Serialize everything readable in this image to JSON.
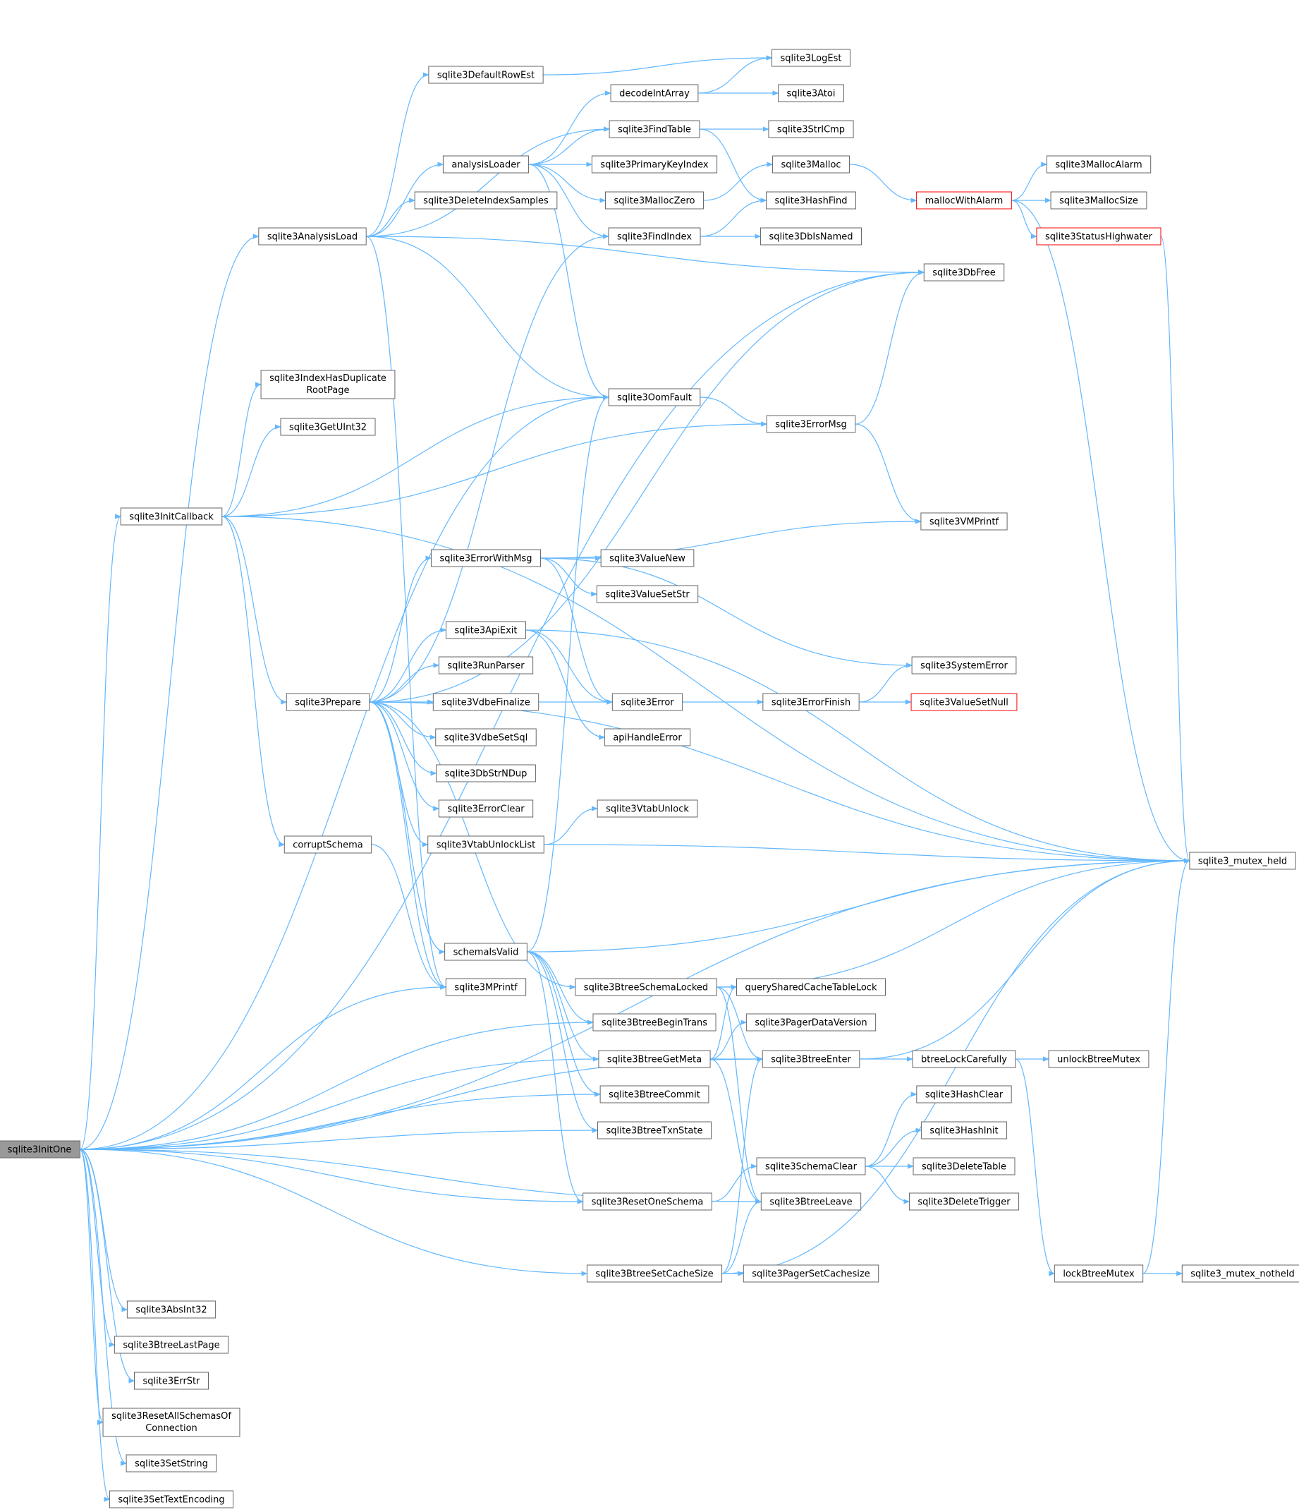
{
  "colors": {
    "edge": "#63b8ff",
    "node_border": "#666666",
    "node_fill": "#ffffff",
    "root_fill": "#999999",
    "root_border": "#666666",
    "truncated_border": "#ff0000"
  },
  "nodes": [
    {
      "id": "sqlite3InitOne",
      "lines": [
        "sqlite3InitOne"
      ],
      "root": true
    },
    {
      "id": "sqlite3AbsInt32",
      "lines": [
        "sqlite3AbsInt32"
      ]
    },
    {
      "id": "sqlite3AnalysisLoad",
      "lines": [
        "sqlite3AnalysisLoad"
      ]
    },
    {
      "id": "analysisLoader",
      "lines": [
        "analysisLoader"
      ]
    },
    {
      "id": "decodeIntArray",
      "lines": [
        "decodeIntArray"
      ]
    },
    {
      "id": "sqlite3Atoi",
      "lines": [
        "sqlite3Atoi"
      ]
    },
    {
      "id": "sqlite3LogEst",
      "lines": [
        "sqlite3LogEst"
      ]
    },
    {
      "id": "sqlite3FindIndex",
      "lines": [
        "sqlite3FindIndex"
      ]
    },
    {
      "id": "sqlite3DbIsNamed",
      "lines": [
        "sqlite3DbIsNamed"
      ]
    },
    {
      "id": "sqlite3HashFind",
      "lines": [
        "sqlite3HashFind"
      ]
    },
    {
      "id": "sqlite3FindTable",
      "lines": [
        "sqlite3FindTable"
      ]
    },
    {
      "id": "sqlite3StrICmp",
      "lines": [
        "sqlite3StrICmp"
      ]
    },
    {
      "id": "sqlite3MallocZero",
      "lines": [
        "sqlite3MallocZero"
      ]
    },
    {
      "id": "sqlite3Malloc",
      "lines": [
        "sqlite3Malloc"
      ]
    },
    {
      "id": "mallocWithAlarm",
      "lines": [
        "mallocWithAlarm"
      ],
      "truncated": true
    },
    {
      "id": "sqlite3MallocAlarm",
      "lines": [
        "sqlite3MallocAlarm"
      ]
    },
    {
      "id": "sqlite3MallocSize",
      "lines": [
        "sqlite3MallocSize"
      ]
    },
    {
      "id": "sqlite3StatusHighwater",
      "lines": [
        "sqlite3StatusHighwater"
      ],
      "truncated": true
    },
    {
      "id": "sqlite3_mutex_held",
      "lines": [
        "sqlite3_mutex_held"
      ]
    },
    {
      "id": "sqlite3OomFault",
      "lines": [
        "sqlite3OomFault"
      ]
    },
    {
      "id": "sqlite3ErrorMsg",
      "lines": [
        "sqlite3ErrorMsg"
      ]
    },
    {
      "id": "sqlite3DbFree",
      "lines": [
        "sqlite3DbFree"
      ]
    },
    {
      "id": "sqlite3VMPrintf",
      "lines": [
        "sqlite3VMPrintf"
      ]
    },
    {
      "id": "sqlite3PrimaryKeyIndex",
      "lines": [
        "sqlite3PrimaryKeyIndex"
      ]
    },
    {
      "id": "sqlite3DefaultRowEst",
      "lines": [
        "sqlite3DefaultRowEst"
      ]
    },
    {
      "id": "sqlite3DeleteIndexSamples",
      "lines": [
        "sqlite3DeleteIndexSamples"
      ]
    },
    {
      "id": "sqlite3MPrintf",
      "lines": [
        "sqlite3MPrintf"
      ]
    },
    {
      "id": "sqlite3BtreeBeginTrans",
      "lines": [
        "sqlite3BtreeBeginTrans"
      ]
    },
    {
      "id": "sqlite3BtreeCommit",
      "lines": [
        "sqlite3BtreeCommit"
      ]
    },
    {
      "id": "sqlite3BtreeEnter",
      "lines": [
        "sqlite3BtreeEnter"
      ]
    },
    {
      "id": "btreeLockCarefully",
      "lines": [
        "btreeLockCarefully"
      ]
    },
    {
      "id": "lockBtreeMutex",
      "lines": [
        "lockBtreeMutex"
      ]
    },
    {
      "id": "sqlite3_mutex_notheld",
      "lines": [
        "sqlite3_mutex_notheld"
      ]
    },
    {
      "id": "unlockBtreeMutex",
      "lines": [
        "unlockBtreeMutex"
      ]
    },
    {
      "id": "sqlite3BtreeGetMeta",
      "lines": [
        "sqlite3BtreeGetMeta"
      ]
    },
    {
      "id": "sqlite3BtreeLeave",
      "lines": [
        "sqlite3BtreeLeave"
      ]
    },
    {
      "id": "sqlite3PagerDataVersion",
      "lines": [
        "sqlite3PagerDataVersion"
      ]
    },
    {
      "id": "sqlite3BtreeLastPage",
      "lines": [
        "sqlite3BtreeLastPage"
      ]
    },
    {
      "id": "sqlite3BtreeSetCacheSize",
      "lines": [
        "sqlite3BtreeSetCacheSize"
      ]
    },
    {
      "id": "sqlite3PagerSetCachesize",
      "lines": [
        "sqlite3PagerSetCachesize"
      ]
    },
    {
      "id": "sqlite3BtreeTxnState",
      "lines": [
        "sqlite3BtreeTxnState"
      ]
    },
    {
      "id": "sqlite3ErrStr",
      "lines": [
        "sqlite3ErrStr"
      ]
    },
    {
      "id": "sqlite3InitCallback",
      "lines": [
        "sqlite3InitCallback"
      ]
    },
    {
      "id": "corruptSchema",
      "lines": [
        "corruptSchema"
      ]
    },
    {
      "id": "sqlite3GetUInt32",
      "lines": [
        "sqlite3GetUInt32"
      ]
    },
    {
      "id": "sqlite3IndexHasDuplicateRootPage",
      "lines": [
        "sqlite3IndexHasDuplicate",
        "RootPage"
      ]
    },
    {
      "id": "sqlite3Prepare",
      "lines": [
        "sqlite3Prepare"
      ]
    },
    {
      "id": "sqlite3ApiExit",
      "lines": [
        "sqlite3ApiExit"
      ]
    },
    {
      "id": "apiHandleError",
      "lines": [
        "apiHandleError"
      ]
    },
    {
      "id": "sqlite3Error",
      "lines": [
        "sqlite3Error"
      ]
    },
    {
      "id": "sqlite3ErrorFinish",
      "lines": [
        "sqlite3ErrorFinish"
      ]
    },
    {
      "id": "sqlite3SystemError",
      "lines": [
        "sqlite3SystemError"
      ]
    },
    {
      "id": "sqlite3ValueSetNull",
      "lines": [
        "sqlite3ValueSetNull"
      ],
      "truncated": true
    },
    {
      "id": "sqlite3BtreeSchemaLocked",
      "lines": [
        "sqlite3BtreeSchemaLocked"
      ]
    },
    {
      "id": "querySharedCacheTableLock",
      "lines": [
        "querySharedCacheTableLock"
      ]
    },
    {
      "id": "sqlite3DbStrNDup",
      "lines": [
        "sqlite3DbStrNDup"
      ]
    },
    {
      "id": "sqlite3ErrorClear",
      "lines": [
        "sqlite3ErrorClear"
      ]
    },
    {
      "id": "sqlite3ErrorWithMsg",
      "lines": [
        "sqlite3ErrorWithMsg"
      ]
    },
    {
      "id": "sqlite3ValueNew",
      "lines": [
        "sqlite3ValueNew"
      ]
    },
    {
      "id": "sqlite3ValueSetStr",
      "lines": [
        "sqlite3ValueSetStr"
      ]
    },
    {
      "id": "sqlite3RunParser",
      "lines": [
        "sqlite3RunParser"
      ]
    },
    {
      "id": "sqlite3VdbeFinalize",
      "lines": [
        "sqlite3VdbeFinalize"
      ]
    },
    {
      "id": "sqlite3VdbeSetSql",
      "lines": [
        "sqlite3VdbeSetSql"
      ]
    },
    {
      "id": "sqlite3VtabUnlockList",
      "lines": [
        "sqlite3VtabUnlockList"
      ]
    },
    {
      "id": "sqlite3VtabUnlock",
      "lines": [
        "sqlite3VtabUnlock"
      ]
    },
    {
      "id": "schemaIsValid",
      "lines": [
        "schemaIsValid"
      ]
    },
    {
      "id": "sqlite3ResetOneSchema",
      "lines": [
        "sqlite3ResetOneSchema"
      ]
    },
    {
      "id": "sqlite3SchemaClear",
      "lines": [
        "sqlite3SchemaClear"
      ]
    },
    {
      "id": "sqlite3DeleteTable",
      "lines": [
        "sqlite3DeleteTable"
      ]
    },
    {
      "id": "sqlite3DeleteTrigger",
      "lines": [
        "sqlite3DeleteTrigger"
      ]
    },
    {
      "id": "sqlite3HashClear",
      "lines": [
        "sqlite3HashClear"
      ]
    },
    {
      "id": "sqlite3HashInit",
      "lines": [
        "sqlite3HashInit"
      ]
    },
    {
      "id": "sqlite3ResetAllSchemasOfConnection",
      "lines": [
        "sqlite3ResetAllSchemasOf",
        "Connection"
      ]
    },
    {
      "id": "sqlite3SetString",
      "lines": [
        "sqlite3SetString"
      ]
    },
    {
      "id": "sqlite3SetTextEncoding",
      "lines": [
        "sqlite3SetTextEncoding"
      ]
    }
  ],
  "edges": [
    [
      "sqlite3InitOne",
      "sqlite3AbsInt32"
    ],
    [
      "sqlite3InitOne",
      "sqlite3AnalysisLoad"
    ],
    [
      "sqlite3InitOne",
      "sqlite3BtreeBeginTrans"
    ],
    [
      "sqlite3InitOne",
      "sqlite3BtreeCommit"
    ],
    [
      "sqlite3InitOne",
      "sqlite3BtreeEnter"
    ],
    [
      "sqlite3InitOne",
      "sqlite3BtreeGetMeta"
    ],
    [
      "sqlite3InitOne",
      "sqlite3BtreeLastPage"
    ],
    [
      "sqlite3InitOne",
      "sqlite3BtreeLeave"
    ],
    [
      "sqlite3InitOne",
      "sqlite3BtreeSetCacheSize"
    ],
    [
      "sqlite3InitOne",
      "sqlite3BtreeTxnState"
    ],
    [
      "sqlite3InitOne",
      "sqlite3DbFree"
    ],
    [
      "sqlite3InitOne",
      "sqlite3ErrStr"
    ],
    [
      "sqlite3InitOne",
      "sqlite3InitCallback"
    ],
    [
      "sqlite3InitOne",
      "sqlite3MPrintf"
    ],
    [
      "sqlite3InitOne",
      "sqlite3OomFault"
    ],
    [
      "sqlite3InitOne",
      "sqlite3ResetAllSchemasOfConnection"
    ],
    [
      "sqlite3InitOne",
      "sqlite3ResetOneSchema"
    ],
    [
      "sqlite3InitOne",
      "sqlite3SetString"
    ],
    [
      "sqlite3InitOne",
      "sqlite3SetTextEncoding"
    ],
    [
      "sqlite3InitOne",
      "sqlite3_mutex_held"
    ],
    [
      "sqlite3AnalysisLoad",
      "analysisLoader"
    ],
    [
      "sqlite3AnalysisLoad",
      "sqlite3DbFree"
    ],
    [
      "sqlite3AnalysisLoad",
      "sqlite3DefaultRowEst"
    ],
    [
      "sqlite3AnalysisLoad",
      "sqlite3DeleteIndexSamples"
    ],
    [
      "sqlite3AnalysisLoad",
      "sqlite3FindTable"
    ],
    [
      "sqlite3AnalysisLoad",
      "sqlite3MPrintf"
    ],
    [
      "sqlite3AnalysisLoad",
      "sqlite3OomFault"
    ],
    [
      "analysisLoader",
      "decodeIntArray"
    ],
    [
      "analysisLoader",
      "sqlite3FindIndex"
    ],
    [
      "analysisLoader",
      "sqlite3FindTable"
    ],
    [
      "analysisLoader",
      "sqlite3MallocZero"
    ],
    [
      "analysisLoader",
      "sqlite3OomFault"
    ],
    [
      "analysisLoader",
      "sqlite3PrimaryKeyIndex"
    ],
    [
      "decodeIntArray",
      "sqlite3Atoi"
    ],
    [
      "decodeIntArray",
      "sqlite3LogEst"
    ],
    [
      "sqlite3DefaultRowEst",
      "sqlite3LogEst"
    ],
    [
      "sqlite3FindTable",
      "sqlite3StrICmp"
    ],
    [
      "sqlite3FindTable",
      "sqlite3HashFind"
    ],
    [
      "sqlite3FindIndex",
      "sqlite3DbIsNamed"
    ],
    [
      "sqlite3FindIndex",
      "sqlite3HashFind"
    ],
    [
      "sqlite3MallocZero",
      "sqlite3Malloc"
    ],
    [
      "sqlite3Malloc",
      "mallocWithAlarm"
    ],
    [
      "mallocWithAlarm",
      "sqlite3MallocAlarm"
    ],
    [
      "mallocWithAlarm",
      "sqlite3MallocSize"
    ],
    [
      "mallocWithAlarm",
      "sqlite3StatusHighwater"
    ],
    [
      "mallocWithAlarm",
      "sqlite3_mutex_held"
    ],
    [
      "sqlite3StatusHighwater",
      "sqlite3_mutex_held"
    ],
    [
      "sqlite3OomFault",
      "sqlite3ErrorMsg"
    ],
    [
      "sqlite3ErrorMsg",
      "sqlite3DbFree"
    ],
    [
      "sqlite3ErrorMsg",
      "sqlite3VMPrintf"
    ],
    [
      "sqlite3InitCallback",
      "corruptSchema"
    ],
    [
      "sqlite3InitCallback",
      "sqlite3ErrorMsg"
    ],
    [
      "sqlite3InitCallback",
      "sqlite3GetUInt32"
    ],
    [
      "sqlite3InitCallback",
      "sqlite3IndexHasDuplicateRootPage"
    ],
    [
      "sqlite3InitCallback",
      "sqlite3OomFault"
    ],
    [
      "sqlite3InitCallback",
      "sqlite3Prepare"
    ],
    [
      "sqlite3InitCallback",
      "sqlite3_mutex_held"
    ],
    [
      "corruptSchema",
      "sqlite3MPrintf"
    ],
    [
      "sqlite3Prepare",
      "sqlite3ApiExit"
    ],
    [
      "sqlite3Prepare",
      "sqlite3BtreeSchemaLocked"
    ],
    [
      "sqlite3Prepare",
      "sqlite3DbFree"
    ],
    [
      "sqlite3Prepare",
      "sqlite3DbStrNDup"
    ],
    [
      "sqlite3Prepare",
      "sqlite3Error"
    ],
    [
      "sqlite3Prepare",
      "sqlite3ErrorClear"
    ],
    [
      "sqlite3Prepare",
      "sqlite3ErrorWithMsg"
    ],
    [
      "sqlite3Prepare",
      "sqlite3FindIndex"
    ],
    [
      "sqlite3Prepare",
      "sqlite3MPrintf"
    ],
    [
      "sqlite3Prepare",
      "sqlite3RunParser"
    ],
    [
      "sqlite3Prepare",
      "sqlite3VdbeFinalize"
    ],
    [
      "sqlite3Prepare",
      "sqlite3VdbeSetSql"
    ],
    [
      "sqlite3Prepare",
      "sqlite3VtabUnlockList"
    ],
    [
      "sqlite3Prepare",
      "sqlite3_mutex_held"
    ],
    [
      "sqlite3Prepare",
      "schemaIsValid"
    ],
    [
      "sqlite3ErrorWithMsg",
      "sqlite3Error"
    ],
    [
      "sqlite3ErrorWithMsg",
      "sqlite3SystemError"
    ],
    [
      "sqlite3ErrorWithMsg",
      "sqlite3VMPrintf"
    ],
    [
      "sqlite3ErrorWithMsg",
      "sqlite3ValueNew"
    ],
    [
      "sqlite3ErrorWithMsg",
      "sqlite3ValueSetStr"
    ],
    [
      "sqlite3ApiExit",
      "apiHandleError"
    ],
    [
      "sqlite3ApiExit",
      "sqlite3Error"
    ],
    [
      "sqlite3ApiExit",
      "sqlite3_mutex_held"
    ],
    [
      "sqlite3Error",
      "sqlite3ErrorFinish"
    ],
    [
      "sqlite3ErrorFinish",
      "sqlite3SystemError"
    ],
    [
      "sqlite3ErrorFinish",
      "sqlite3ValueSetNull"
    ],
    [
      "sqlite3VtabUnlockList",
      "sqlite3VtabUnlock"
    ],
    [
      "sqlite3VtabUnlockList",
      "sqlite3_mutex_held"
    ],
    [
      "schemaIsValid",
      "sqlite3BtreeBeginTrans"
    ],
    [
      "schemaIsValid",
      "sqlite3BtreeCommit"
    ],
    [
      "schemaIsValid",
      "sqlite3BtreeGetMeta"
    ],
    [
      "schemaIsValid",
      "sqlite3BtreeTxnState"
    ],
    [
      "schemaIsValid",
      "sqlite3OomFault"
    ],
    [
      "schemaIsValid",
      "sqlite3ResetOneSchema"
    ],
    [
      "schemaIsValid",
      "sqlite3_mutex_held"
    ],
    [
      "sqlite3BtreeSchemaLocked",
      "querySharedCacheTableLock"
    ],
    [
      "sqlite3BtreeSchemaLocked",
      "sqlite3BtreeEnter"
    ],
    [
      "sqlite3BtreeSchemaLocked",
      "sqlite3BtreeLeave"
    ],
    [
      "sqlite3BtreeSchemaLocked",
      "sqlite3_mutex_held"
    ],
    [
      "sqlite3BtreeGetMeta",
      "querySharedCacheTableLock"
    ],
    [
      "sqlite3BtreeGetMeta",
      "sqlite3BtreeEnter"
    ],
    [
      "sqlite3BtreeGetMeta",
      "sqlite3BtreeLeave"
    ],
    [
      "sqlite3BtreeGetMeta",
      "sqlite3PagerDataVersion"
    ],
    [
      "sqlite3BtreeEnter",
      "btreeLockCarefully"
    ],
    [
      "sqlite3BtreeEnter",
      "sqlite3_mutex_held"
    ],
    [
      "btreeLockCarefully",
      "lockBtreeMutex"
    ],
    [
      "btreeLockCarefully",
      "unlockBtreeMutex"
    ],
    [
      "lockBtreeMutex",
      "sqlite3_mutex_held"
    ],
    [
      "lockBtreeMutex",
      "sqlite3_mutex_notheld"
    ],
    [
      "sqlite3ResetOneSchema",
      "sqlite3SchemaClear"
    ],
    [
      "sqlite3SchemaClear",
      "sqlite3DeleteTable"
    ],
    [
      "sqlite3SchemaClear",
      "sqlite3DeleteTrigger"
    ],
    [
      "sqlite3SchemaClear",
      "sqlite3HashClear"
    ],
    [
      "sqlite3SchemaClear",
      "sqlite3HashInit"
    ],
    [
      "sqlite3BtreeSetCacheSize",
      "sqlite3BtreeEnter"
    ],
    [
      "sqlite3BtreeSetCacheSize",
      "sqlite3BtreeLeave"
    ],
    [
      "sqlite3BtreeSetCacheSize",
      "sqlite3PagerSetCachesize"
    ],
    [
      "sqlite3BtreeSetCacheSize",
      "sqlite3_mutex_held"
    ]
  ]
}
